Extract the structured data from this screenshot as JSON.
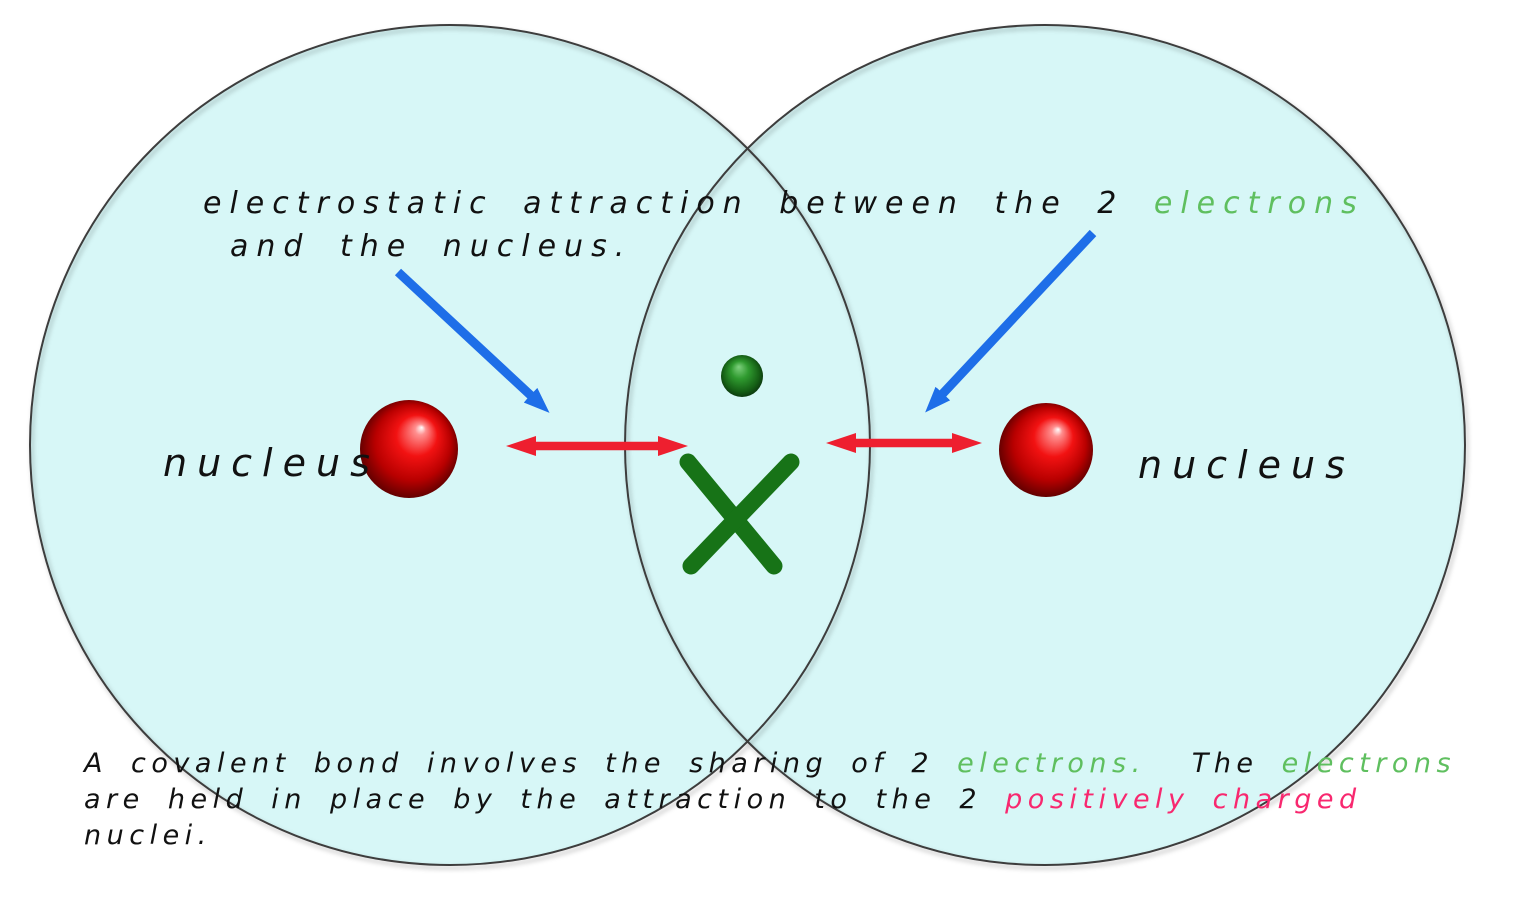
{
  "colors": {
    "background": "#ffffff",
    "atom_fill": "#d7f7f7",
    "atom_stroke": "#3c3c3c",
    "text": "#111111",
    "electron_green": "#5fbf5f",
    "positive_pink": "#f8286f",
    "pointer_blue": "#1e6ee8",
    "attraction_red": "#ee1f2f",
    "x_green": "#177317"
  },
  "annotation_top": {
    "segments": [
      {
        "text": "electrostatic attraction between the 2 "
      },
      {
        "text": "electrons"
      }
    ],
    "line2": "and the nucleus."
  },
  "labels": {
    "left_nucleus": "nucleus",
    "right_nucleus": "nucleus"
  },
  "caption": {
    "line1": [
      {
        "text": "A covalent bond involves the sharing of 2 "
      },
      {
        "text": "electrons."
      },
      {
        "text": "  The "
      },
      {
        "text": "electrons"
      }
    ],
    "line2": [
      {
        "text": "are held in place by the attraction to the 2 "
      },
      {
        "text": "positively charged"
      }
    ],
    "line3": "nuclei."
  }
}
